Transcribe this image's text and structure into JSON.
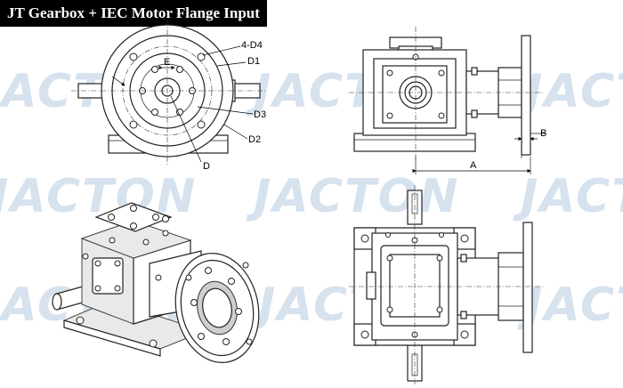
{
  "title": "JT Gearbox + IEC Motor Flange Input",
  "watermark": "JACTON",
  "labels": {
    "d4": "4-D4",
    "d1": "D1",
    "e": "E",
    "d3": "D3",
    "d2": "D2",
    "d": "D",
    "b": "B",
    "a": "A"
  }
}
